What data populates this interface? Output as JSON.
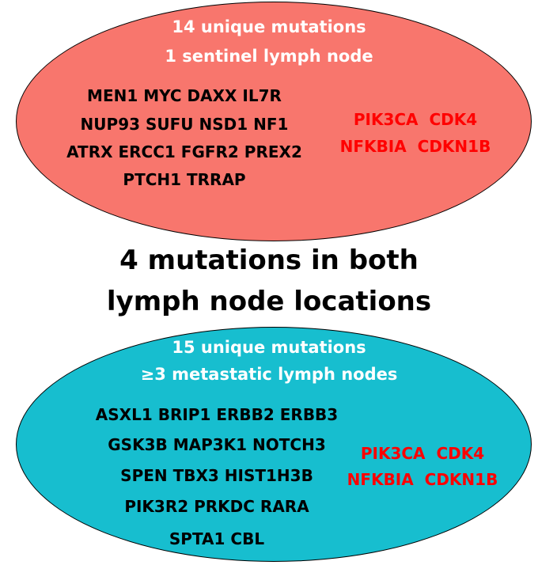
{
  "top": {
    "fill": "#f8766d",
    "header": [
      "14 unique mutations",
      "1 sentinel lymph node"
    ],
    "genes": [
      "MEN1 MYC DAXX IL7R",
      "NUP93 SUFU NSD1 NF1",
      "ATRX ERCC1 FGFR2 PREX2",
      "PTCH1 TRRAP"
    ],
    "shared_genes": [
      "PIK3CA  CDK4",
      "NFKBIA  CDKN1B"
    ],
    "shared_color": "#ff0000"
  },
  "middle": {
    "lines": [
      "4 mutations in both",
      "lymph node locations"
    ]
  },
  "bottom": {
    "fill": "#17becf",
    "header": [
      "15 unique mutations",
      "≥3 metastatic lymph nodes"
    ],
    "genes": [
      "ASXL1 BRIP1 ERBB2 ERBB3",
      "GSK3B MAP3K1 NOTCH3",
      "SPEN TBX3 HIST1H3B",
      "PIK3R2 PRKDC RARA",
      "SPTA1 CBL"
    ],
    "shared_genes": [
      "PIK3CA  CDK4",
      "NFKBIA  CDKN1B"
    ],
    "shared_color": "#ff0000"
  }
}
